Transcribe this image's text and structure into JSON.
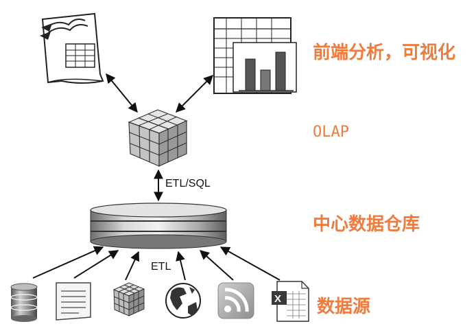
{
  "tiers": {
    "frontend": "前端分析，可视化",
    "olap": "OLAP",
    "warehouse": "中心数据仓库",
    "sources": "数据源"
  },
  "edges": {
    "etl_sql": "ETL/SQL",
    "etl": "ETL"
  },
  "icons": {
    "frontend": [
      "report-document-icon",
      "chart-spreadsheet-icon"
    ],
    "olap": "olap-cube-icon",
    "warehouse": "data-warehouse-cylinder-icon",
    "sources": [
      "database-icon",
      "text-file-icon",
      "cube-icon",
      "globe-icon",
      "rss-feed-icon",
      "excel-file-icon"
    ]
  },
  "colors": {
    "label": "#ef7b3e",
    "ink": "#111111"
  }
}
